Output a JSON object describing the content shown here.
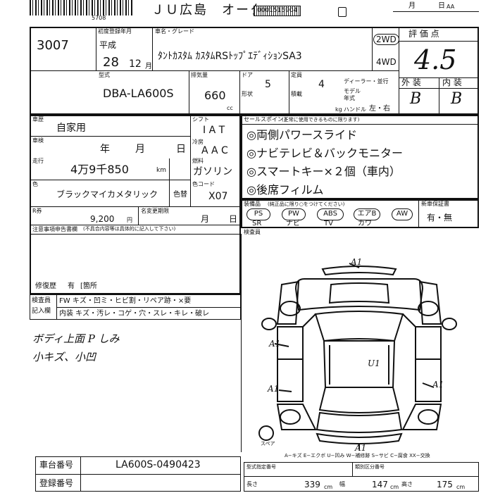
{
  "header": {
    "lot_small": "5708",
    "title": "ＪＵ広島　オーク：",
    "stamp": "0001515904",
    "date_month": "月",
    "date_day": "日",
    "date_weekday": "AA"
  },
  "lot_number": "3007",
  "first_registration": {
    "label": "初度登録年月",
    "era": "平成",
    "year": "28",
    "month": "12",
    "month_unit": "月"
  },
  "model": {
    "label": "車名・グレード",
    "value": "ﾀﾝﾄｶｽﾀﾑ ｶｽﾀﾑRSﾄｯﾌﾟｴﾃﾞｨｼｮﾝSA3"
  },
  "drive": {
    "twowd": "2WD",
    "fourwd": "4WD"
  },
  "score": {
    "label": "評 価 点",
    "value": "4.5"
  },
  "exterior": {
    "label": "外 装",
    "value": "B"
  },
  "interior": {
    "label": "内 装",
    "value": "B"
  },
  "type": {
    "label": "型式",
    "value": "DBA-LA600S"
  },
  "displacement": {
    "label": "排気量",
    "value": "660",
    "unit": "cc"
  },
  "doors": {
    "label": "ドア",
    "value": "5",
    "shape_label": "形状"
  },
  "capacity": {
    "label": "定員",
    "value": "4",
    "load_label": "積載",
    "load_unit": "kg"
  },
  "dealer": {
    "dealer_label": "ディーラー・並行",
    "model_label": "モデル",
    "year_label": "年式",
    "handle_label": "ハンドル",
    "handle_value": "左・右"
  },
  "usage": {
    "label": "車歴",
    "value": "自家用"
  },
  "shaken": {
    "label": "車検",
    "year": "年",
    "month": "月",
    "day": "日"
  },
  "mileage": {
    "label": "走行",
    "value": "4万9千850",
    "unit": "km"
  },
  "shift": {
    "label": "シフト",
    "value": "I A T"
  },
  "aircon": {
    "label": "冷房",
    "value": "A A C"
  },
  "fuel": {
    "label": "燃料",
    "value": "ガソリン"
  },
  "color": {
    "label": "色",
    "value": "ブラックマイカメタリック",
    "number_label": "色替"
  },
  "color_code": {
    "label": "色コード",
    "value": "X07"
  },
  "recycle": {
    "label": "R券",
    "value": "9,200",
    "unit": "円"
  },
  "name_change": {
    "label": "名変更期限",
    "month": "月",
    "day": "日"
  },
  "notes": {
    "label": "注意事項申告書欄",
    "sub": "(不具合内容等は具体的に記入して下さい)"
  },
  "repair": {
    "label": "修復歴",
    "value": "有",
    "bracket": "[箇所"
  },
  "sales_points": {
    "label": "セールスポイント",
    "sub": "(正常に使用できるものに限ります)",
    "items": [
      "◎両側パワースライド",
      "◎ナビテレビ＆バックモニター",
      "◎スマートキー×２個（車内）",
      "◎後席フィルム"
    ]
  },
  "equipment": {
    "label": "装備品",
    "sub": "(純正品に限り○をつけてください)",
    "items": [
      {
        "top": "PS",
        "bottom": "SR"
      },
      {
        "top": "PW",
        "bottom": "ナビ"
      },
      {
        "top": "ABS",
        "bottom": "TV"
      },
      {
        "top": "エアB",
        "bottom": "カワ"
      },
      {
        "top": "AW",
        "bottom": ""
      }
    ]
  },
  "manual": {
    "label": "新車保証書",
    "value": "有・無"
  },
  "inspector_label": "検査員",
  "inspection": {
    "label1": "検査員",
    "label2": "記入欄",
    "row1": "FW キズ・凹ミ・ヒビ割・リペア跡・×要",
    "row2": "内装 キズ・汚レ・コゲ・穴・スレ・キレ・破レ"
  },
  "handwritten": {
    "line1": "ボディ上面 P しみ",
    "line2": "小キズ、小凹"
  },
  "damage_marks": [
    "A1",
    "A1",
    "A1",
    "U1",
    "A1",
    "A1"
  ],
  "spare_label": "スペア",
  "legend": "A−キズ E−エクボ U−凹み W−補修跡 S−サビ C−腐食 XX−交換",
  "chassis": {
    "label": "車台番号",
    "value": "LA600S-0490423"
  },
  "registration": {
    "label": "登録番号"
  },
  "dimensions": {
    "length_label": "長さ",
    "length": "339",
    "width_label": "幅",
    "width": "147",
    "height_label": "高さ",
    "height": "175",
    "unit": "cm",
    "type_label": "型式指定番号",
    "class_label": "類別区分番号"
  }
}
